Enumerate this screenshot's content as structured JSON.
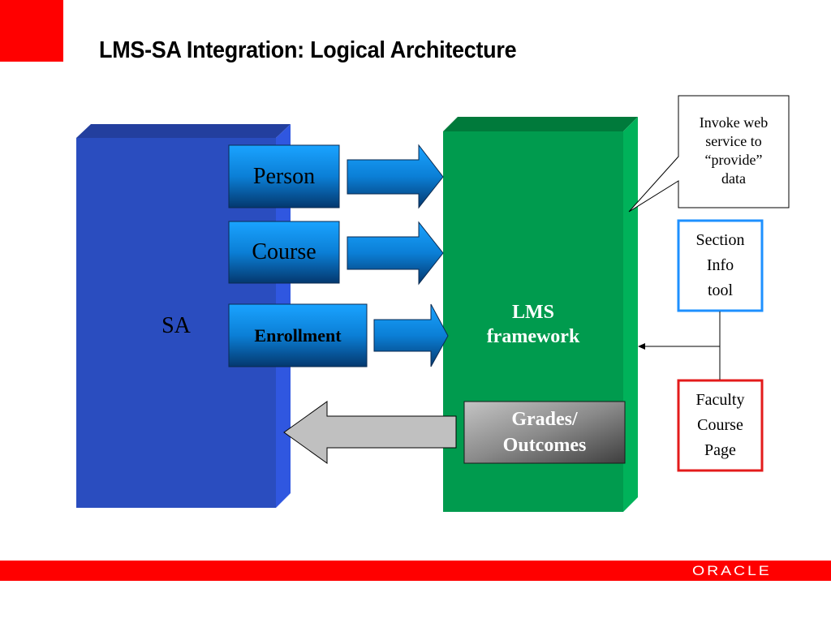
{
  "slide": {
    "title": "LMS-SA Integration: Logical Architecture"
  },
  "diagram": {
    "sa_block": {
      "label": "SA",
      "color": "#2a4dbf"
    },
    "lms_block": {
      "label_line1": "LMS",
      "label_line2": "framework",
      "color": "#009b4e"
    },
    "data_boxes": [
      {
        "label": "Person"
      },
      {
        "label": "Course"
      },
      {
        "label": "Enrollment"
      }
    ],
    "return_box": {
      "label_line1": "Grades/",
      "label_line2": "Outcomes"
    },
    "callout": {
      "line1": "Invoke web",
      "line2": "service to",
      "line3": "“provide”",
      "line4": "data"
    },
    "section_info_tool": {
      "line1": "Section",
      "line2": "Info",
      "line3": "tool",
      "border_color": "#1e90ff"
    },
    "faculty_course_page": {
      "line1": "Faculty",
      "line2": "Course",
      "line3": "Page",
      "border_color": "#e31b1b"
    }
  },
  "footer": {
    "brand": "ORACLE",
    "bar_color": "#ff0000"
  }
}
